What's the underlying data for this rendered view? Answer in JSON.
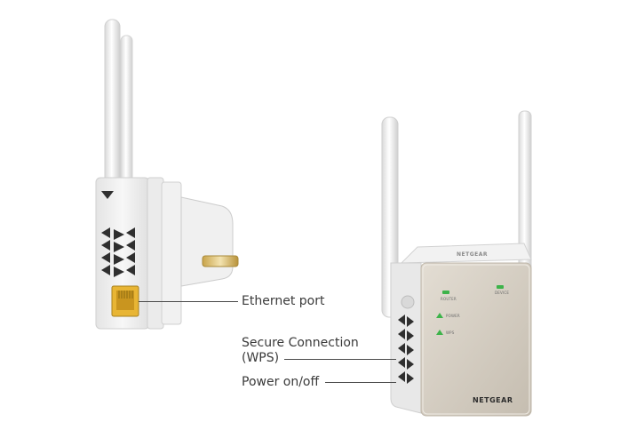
{
  "callouts": {
    "ethernet": "Ethernet port",
    "wps_line1": "Secure Connection",
    "wps_line2": "(WPS)",
    "power": "Power on/off"
  },
  "device": {
    "brand_front": "NETGEAR",
    "brand_top": "NETGEAR",
    "led_router": "ROUTER",
    "led_device": "DEVICE",
    "led_power": "POWER",
    "led_wps": "WPS"
  },
  "colors": {
    "device_body": "#ececec",
    "front_panel": "#cfc8bc",
    "ethernet_port": "#e8b534",
    "led_green": "#3db34a"
  }
}
